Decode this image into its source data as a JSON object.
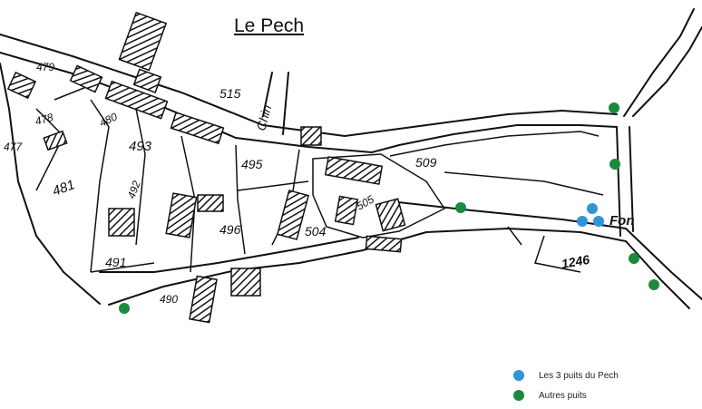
{
  "title": "Le Pech",
  "colors": {
    "pech_wells": "#2f95d6",
    "other_wells": "#1b8a3c",
    "ink": "#111111"
  },
  "parcel_labels": {
    "p479": "479",
    "p478": "478",
    "p477": "477",
    "p480": "480",
    "p493": "493",
    "p481": "481",
    "p492": "492",
    "p491": "491",
    "p490": "490",
    "p515": "515",
    "p495": "495",
    "p496": "496",
    "p504": "504",
    "p505": "505",
    "p509": "509",
    "p1246": "1246"
  },
  "road_labels": {
    "chin": "Chin",
    "fon": "Fon"
  },
  "legend": {
    "pech_wells": "Les 3 puits du Pech",
    "other_wells": "Autres puits"
  }
}
